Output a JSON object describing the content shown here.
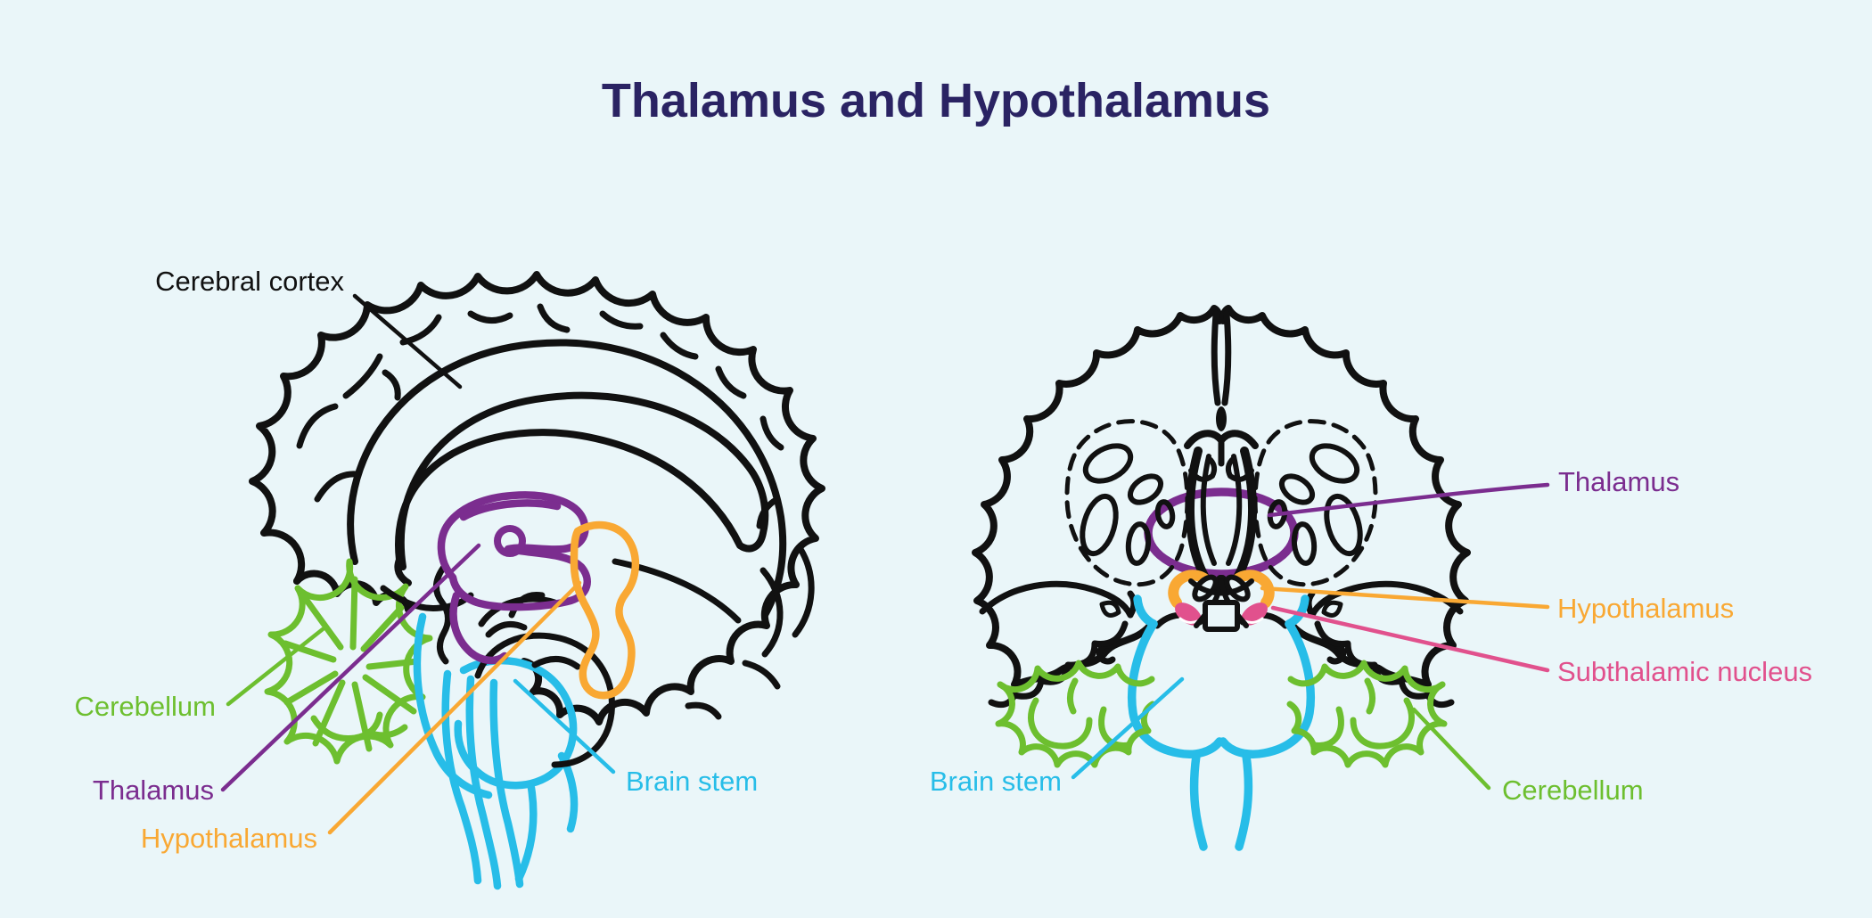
{
  "title": "Thalamus and Hypothalamus",
  "colors": {
    "background": "#EAF6F9",
    "title": "#2A2363",
    "outline_black": "#111111",
    "thalamus_purple": "#7B2D8F",
    "hypothalamus_orange": "#F9A833",
    "subthalamic_pink": "#E1518D",
    "cerebellum_green": "#6DBF2F",
    "brainstem_cyan": "#27BDE8"
  },
  "left_diagram": {
    "labels": [
      {
        "structure": "cerebral-cortex",
        "text": "Cerebral cortex",
        "color": "#111111"
      },
      {
        "structure": "cerebellum",
        "text": "Cerebellum",
        "color": "#6DBF2F"
      },
      {
        "structure": "thalamus",
        "text": "Thalamus",
        "color": "#7B2D8F"
      },
      {
        "structure": "hypothalamus",
        "text": "Hypothalamus",
        "color": "#F9A833"
      },
      {
        "structure": "brain-stem",
        "text": "Brain stem",
        "color": "#27BDE8"
      }
    ]
  },
  "right_diagram": {
    "labels": [
      {
        "structure": "thalamus",
        "text": "Thalamus",
        "color": "#7B2D8F"
      },
      {
        "structure": "hypothalamus",
        "text": "Hypothalamus",
        "color": "#F9A833"
      },
      {
        "structure": "subthalamic-nucleus",
        "text": "Subthalamic nucleus",
        "color": "#E1518D"
      },
      {
        "structure": "cerebellum",
        "text": "Cerebellum",
        "color": "#6DBF2F"
      },
      {
        "structure": "brain-stem",
        "text": "Brain stem",
        "color": "#27BDE8"
      }
    ]
  }
}
